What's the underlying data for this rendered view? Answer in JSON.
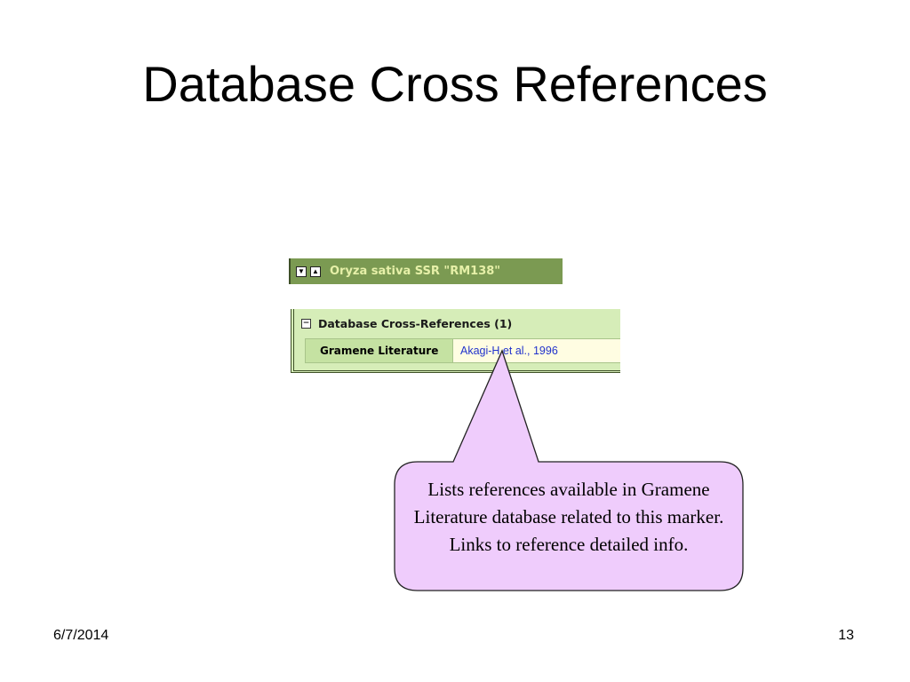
{
  "slide": {
    "title": "Database Cross References",
    "date": "6/7/2014",
    "page_number": "13"
  },
  "screenshot": {
    "header_title": "Oryza sativa SSR \"RM138\"",
    "header_icons": [
      "expand-all-icon",
      "collapse-all-icon"
    ],
    "section_title": "Database Cross-References (1)",
    "rows": [
      {
        "label": "Gramene Literature",
        "value": "Akagi-H et al., 1996"
      }
    ]
  },
  "callout": {
    "text": "Lists references available in Gramene Literature database related to this marker. Links to reference detailed info."
  },
  "colors": {
    "header_bg": "#7b9a52",
    "panel_bg": "#d6edb8",
    "link": "#2233cc",
    "callout_fill": "#efccfc"
  }
}
